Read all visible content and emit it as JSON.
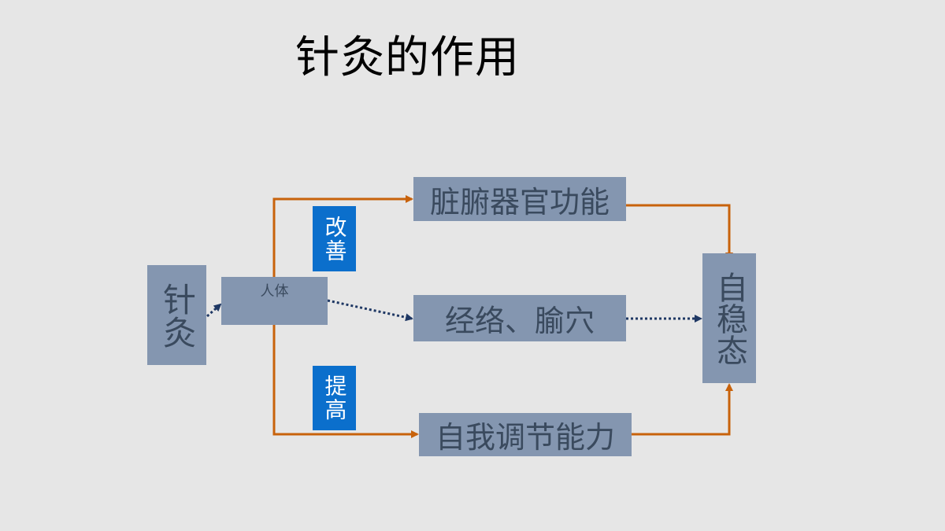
{
  "title": "针灸的作用",
  "nodes": {
    "acupuncture": "针灸",
    "body": "人体",
    "organs": "脏腑器官功能",
    "meridians": "经络、腧穴",
    "self_regulation": "自我调节能力",
    "homeostasis": "自稳态"
  },
  "tags": {
    "improve": "改善",
    "enhance": "提高"
  },
  "colors": {
    "background": "#e6e6e6",
    "box_fill": "#8496b0",
    "box_text": "#3a4a5e",
    "tag_fill": "#0b6fcc",
    "solid_arrow": "#c8620b",
    "dotted_arrow": "#1f3864"
  }
}
